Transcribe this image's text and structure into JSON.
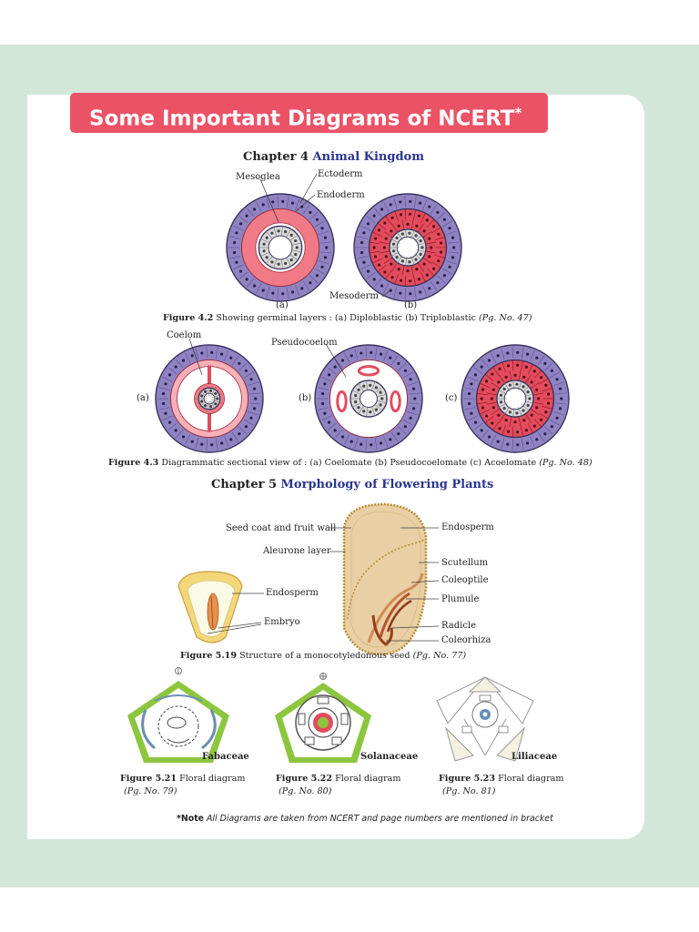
{
  "banner": {
    "title": "Some Important Diagrams of NCERT",
    "star": "*"
  },
  "chapter4": {
    "prefix": "Chapter 4",
    "name": "Animal Kingdom",
    "fig42": {
      "labels": {
        "mesoglea": "Mesoglea",
        "ectoderm": "Ectoderm",
        "endoderm": "Endoderm",
        "mesoderm": "Mesoderm",
        "a": "(a)",
        "b": "(b)"
      },
      "caption": {
        "num": "Figure 4.2",
        "text": "Showing germinal layers : (a) Diploblastic  (b) Triploblastic",
        "page": "(Pg. No. 47)"
      }
    },
    "fig43": {
      "labels": {
        "coelom": "Coelom",
        "pseudocoelom": "Pseudocoelom",
        "a": "(a)",
        "b": "(b)",
        "c": "(c)"
      },
      "caption": {
        "num": "Figure 4.3",
        "text": "Diagrammatic sectional view of : (a) Coelomate (b) Pseudocoelomate (c) Acoelomate",
        "page": "(Pg. No. 48)"
      }
    }
  },
  "chapter5": {
    "prefix": "Chapter 5",
    "name": "Morphology of Flowering Plants",
    "fig519": {
      "labels": {
        "seedcoat": "Seed coat and fruit wall",
        "aleurone": "Aleurone layer",
        "endosperm_left": "Endosperm",
        "embryo": "Embryo",
        "endosperm_right": "Endosperm",
        "scutellum": "Scutellum",
        "coleoptile": "Coleoptile",
        "plumule": "Plumule",
        "radicle": "Radicle",
        "coleorhiza": "Coleorhiza"
      },
      "caption": {
        "num": "Figure 5.19",
        "text": "Structure of a monocotyledonous seed",
        "page": "(Pg. No. 77)"
      }
    },
    "floral": [
      {
        "family": "Fabaceae",
        "num": "Figure 5.21",
        "text": "Floral diagram",
        "page": "(Pg. No. 79)"
      },
      {
        "family": "Solanaceae",
        "num": "Figure 5.22",
        "text": "Floral diagram",
        "page": "(Pg. No. 80)"
      },
      {
        "family": "Liliaceae",
        "num": "Figure 5.23",
        "text": "Floral diagram",
        "page": "(Pg. No. 81)"
      }
    ]
  },
  "note": {
    "label": "*Note",
    "text": "All Diagrams are taken from NCERT and page numbers are mentioned in bracket"
  },
  "colors": {
    "banner": "#ec5266",
    "band": "#d3e6da",
    "chapter_accent": "#2b3590",
    "ectoderm": "#8f83c1",
    "mesoderm": "#e24c5c",
    "endocell": "#9a9a9a",
    "seed": "#e9cfa4",
    "green": "#8cc63f"
  }
}
